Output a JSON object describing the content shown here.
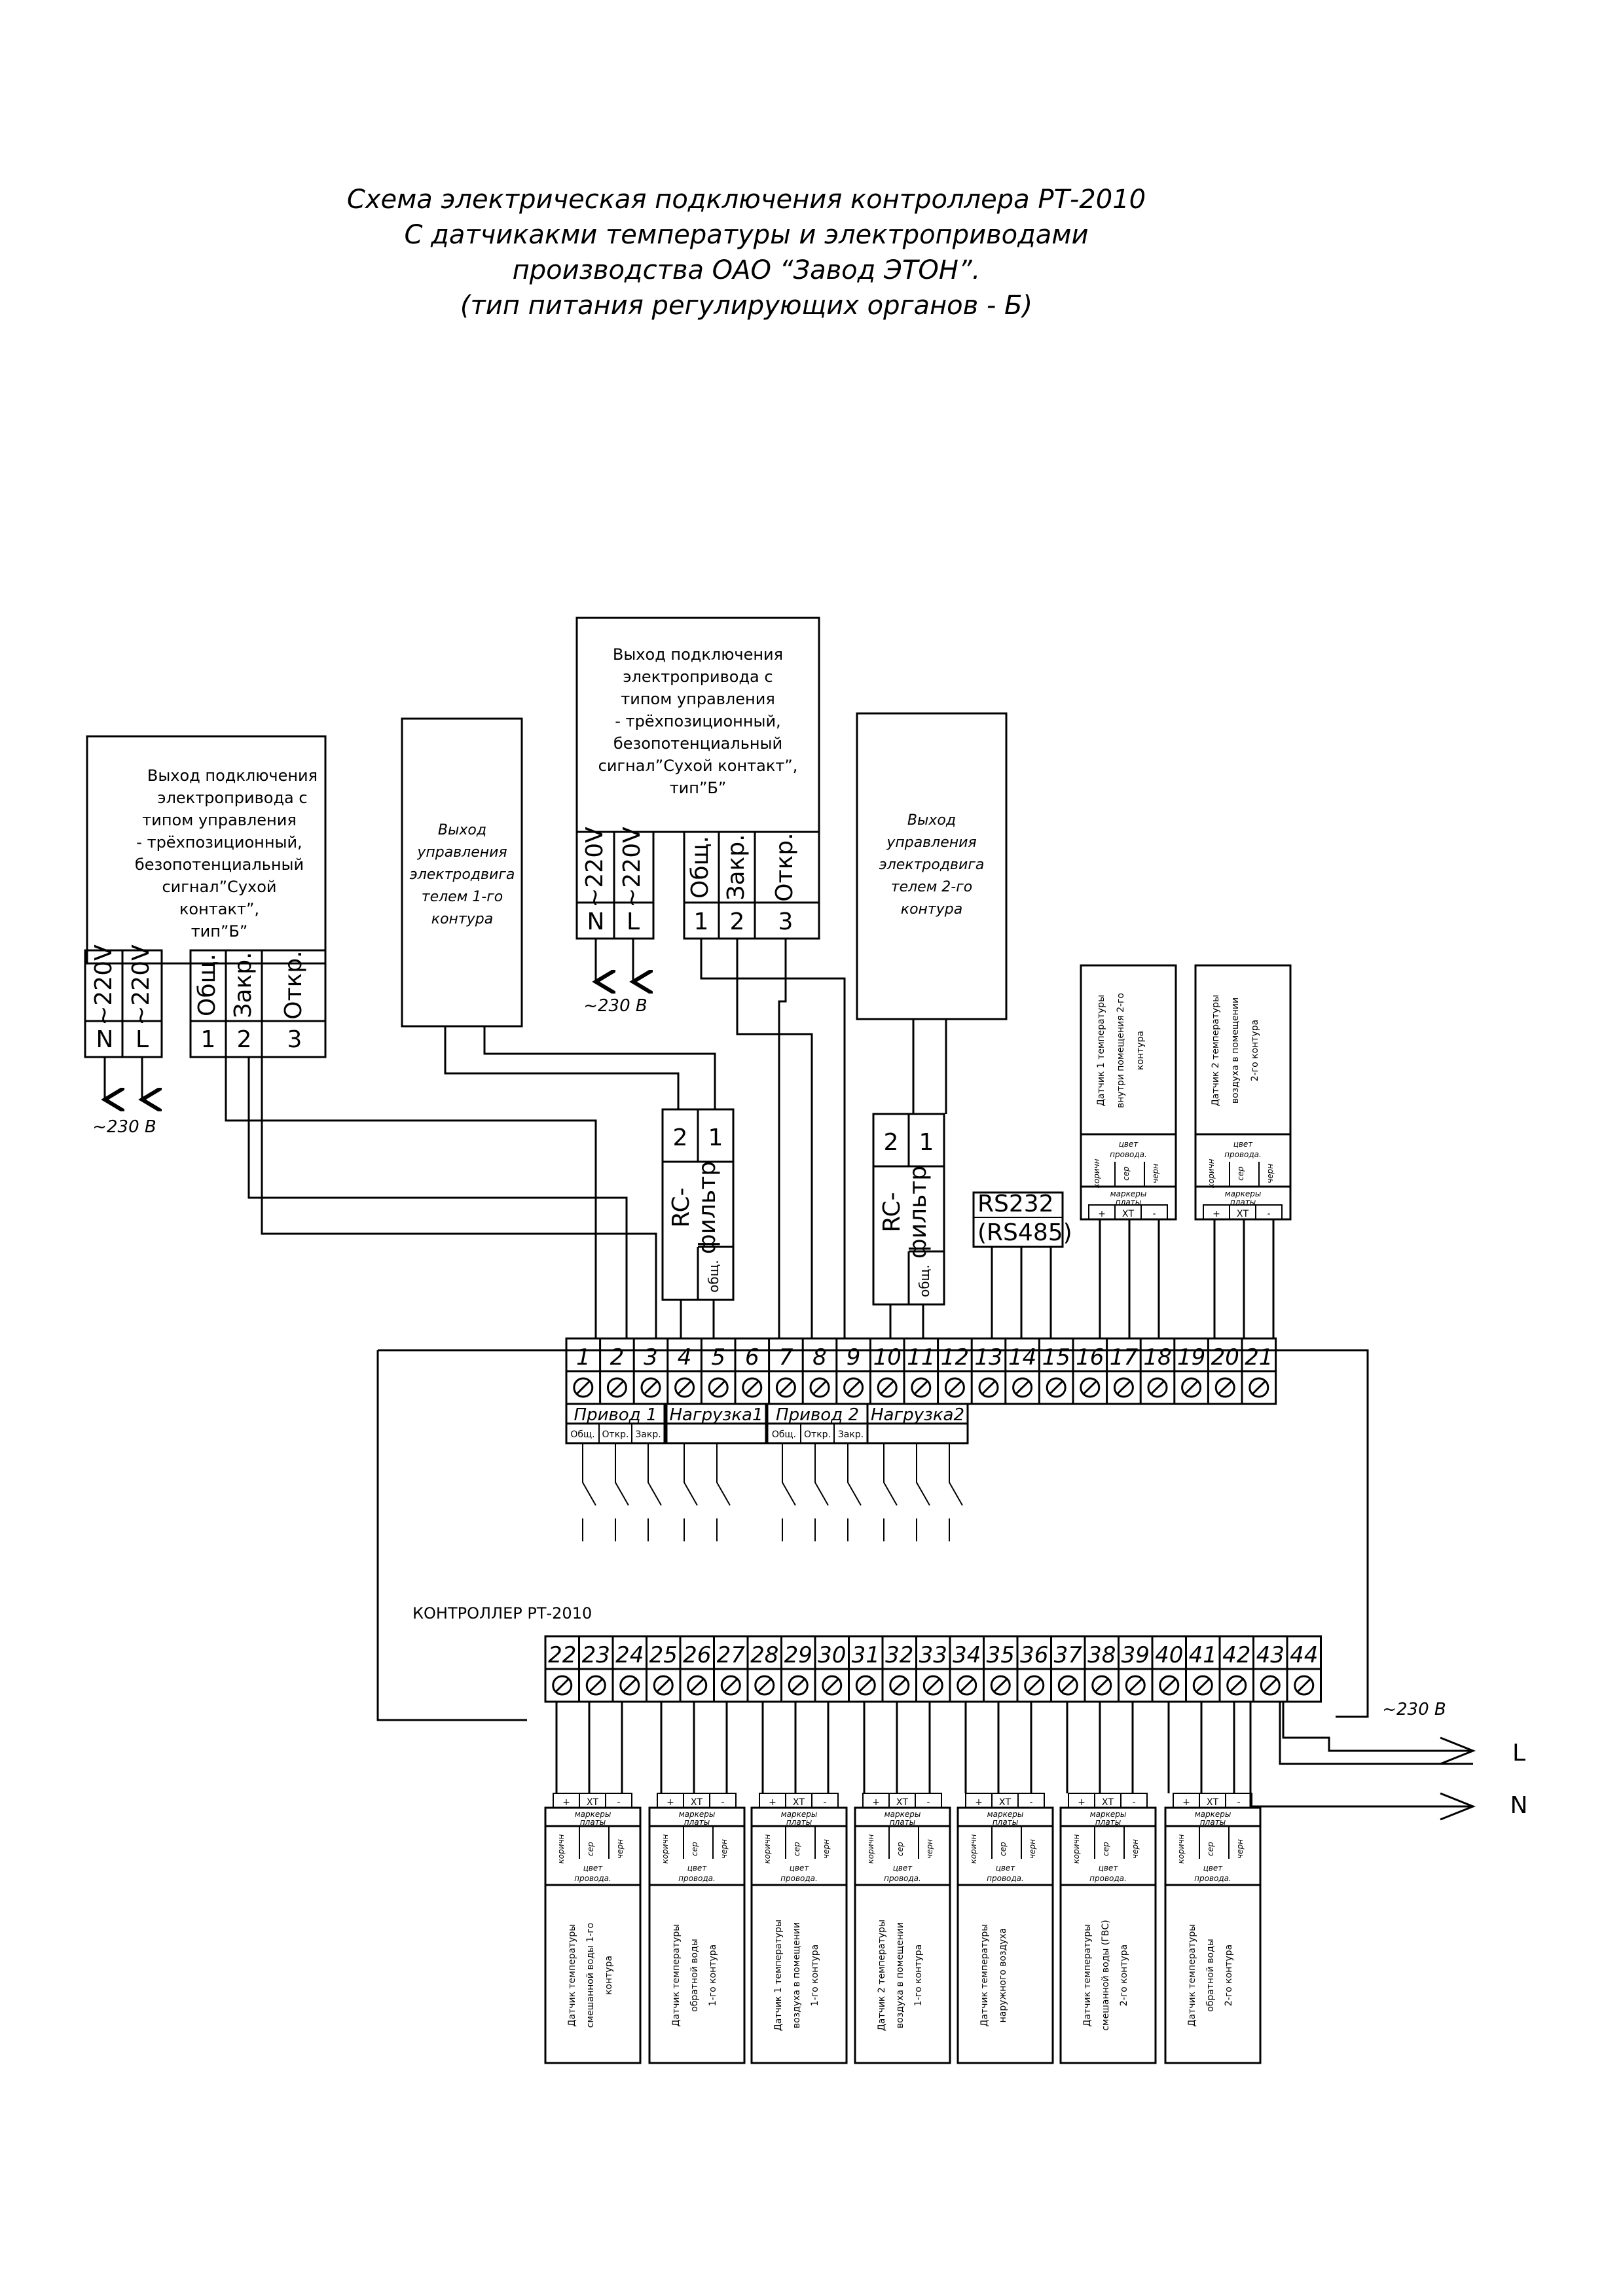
{
  "title": {
    "line1": "Схема электрическая подключения контроллера РТ-2010",
    "line2": "С датчикакми температуры и электроприводами",
    "line3": "производства ОАО “Завод ЭТОН”.",
    "line4": "(тип питания регулирующих органов - Б)"
  },
  "left_actuator": {
    "desc": [
      "Выход подключения",
      "электропривода с",
      "типом управления",
      "- трёхпозиционный,",
      "безопотенциальный",
      "сигнал”Сухой",
      "контакт”,",
      "тип”Б”"
    ],
    "cols": [
      "~220V",
      "~220V",
      "Общ.",
      "Закр.",
      "Откр."
    ],
    "rows": [
      "N",
      "L",
      "1",
      "2",
      "3"
    ],
    "supply": "~230 В"
  },
  "top_actuator": {
    "desc": [
      "Выход подключения",
      "электропривода с",
      "типом управления",
      "- трёхпозиционный,",
      "безопотенциальный",
      "сигнал”Сухой контакт”,",
      "тип”Б”"
    ],
    "cols": [
      "~220V",
      "~220V",
      "Общ.",
      "Закр.",
      "Откр."
    ],
    "rows": [
      "N",
      "L",
      "1",
      "2",
      "3"
    ],
    "supply": "~230 В"
  },
  "motor1": [
    "Выход",
    "управления",
    "электродвига",
    "телем 1-го",
    "контура"
  ],
  "motor2": [
    "Выход",
    "управления",
    "электродвига",
    "телем 2-го",
    "контура"
  ],
  "rc_filter": {
    "pin2": "2",
    "pin1": "1",
    "label1": "RC-",
    "label2": "фильтр",
    "common": "общ."
  },
  "rs": {
    "line1": "RS232",
    "line2": "(RS485)"
  },
  "top_sensors": [
    {
      "lines": [
        "Датчик 1 температуры",
        "внутри помещения 2-го",
        "контура"
      ]
    },
    {
      "lines": [
        "Датчик 2 температуры",
        "воздуха в помещении",
        "2-го контура"
      ]
    }
  ],
  "sensor_common": {
    "wire_colors": [
      "коричн",
      "сер",
      "черн"
    ],
    "color_label": "цвет провода.",
    "markers_label": "маркеры платы",
    "markers": [
      "+",
      "ХТ",
      "-"
    ]
  },
  "top_terminals": [
    "1",
    "2",
    "3",
    "4",
    "5",
    "6",
    "7",
    "8",
    "9",
    "10",
    "11",
    "12",
    "13",
    "14",
    "15",
    "16",
    "17",
    "18",
    "19",
    "20",
    "21"
  ],
  "bottom_terminals": [
    "22",
    "23",
    "24",
    "25",
    "26",
    "27",
    "28",
    "29",
    "30",
    "31",
    "32",
    "33",
    "34",
    "35",
    "36",
    "37",
    "38",
    "39",
    "40",
    "41",
    "42",
    "43",
    "44"
  ],
  "relay_groups": [
    {
      "name": "Привод 1",
      "sub": [
        "Общ.",
        "Откр.",
        "Закр."
      ]
    },
    {
      "name": "Нагрузка1",
      "sub": []
    },
    {
      "name": "Привод 2",
      "sub": [
        "Общ.",
        "Откр.",
        "Закр."
      ]
    },
    {
      "name": "Нагрузка2",
      "sub": []
    }
  ],
  "controller_label": "КОНТРОЛЛЕР РТ-2010",
  "mains": {
    "label": "~230 В",
    "L": "L",
    "N": "N"
  },
  "bottom_sensors": [
    {
      "lines": [
        "Датчик температуры",
        "смешанной воды 1-го",
        "контура"
      ]
    },
    {
      "lines": [
        "Датчик температуры",
        "обратной воды",
        "1-го контура"
      ]
    },
    {
      "lines": [
        "Датчик 1 температуры",
        "воздуха в помещении",
        "1-го контура"
      ]
    },
    {
      "lines": [
        "Датчик 2 температуры",
        "воздуха в помещении",
        "1-го контура"
      ]
    },
    {
      "lines": [
        "Датчик температуры",
        "наружного воздуха"
      ]
    },
    {
      "lines": [
        "Датчик температуры",
        "смешанной воды (ГВС)",
        "2-го контура"
      ]
    },
    {
      "lines": [
        "Датчик температуры",
        "обратной воды",
        "2-го контура"
      ]
    }
  ]
}
